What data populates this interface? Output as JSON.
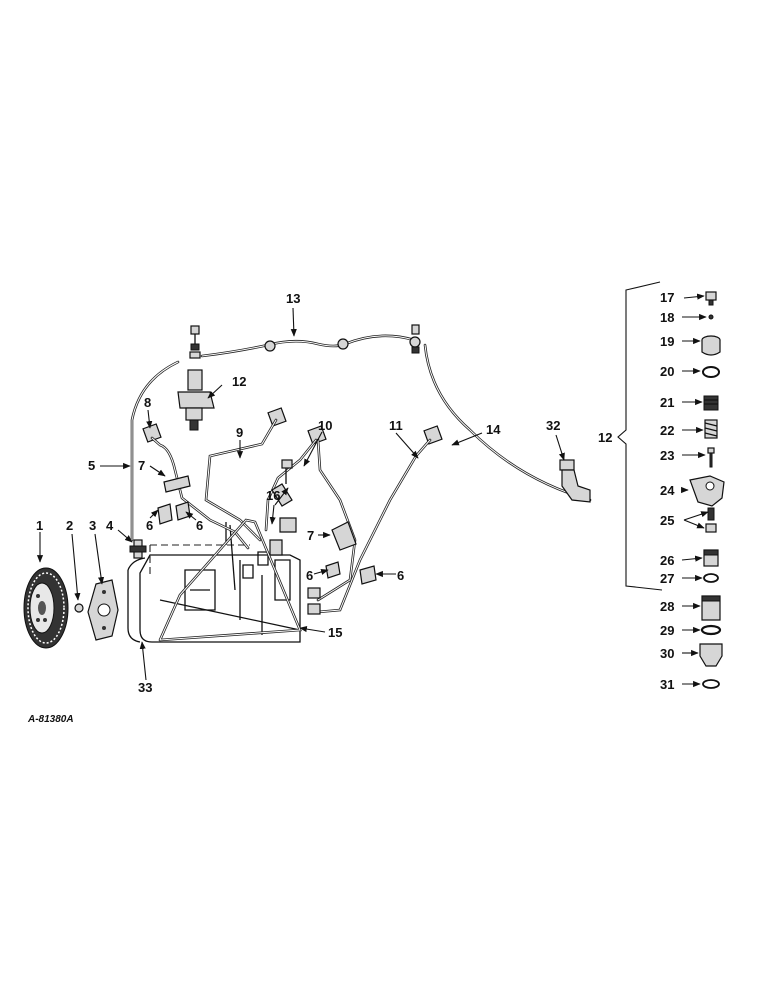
{
  "diagram_id": "A-81380A",
  "colors": {
    "ink": "#111111",
    "paper": "#ffffff",
    "part_fill": "#d6d6d6"
  },
  "callouts": [
    "1",
    "2",
    "3",
    "4",
    "5",
    "6",
    "6",
    "6",
    "6",
    "7",
    "7",
    "8",
    "9",
    "10",
    "11",
    "12",
    "13",
    "14",
    "15",
    "16",
    "32",
    "33"
  ],
  "breakdown": {
    "group_label": "12",
    "items": [
      "17",
      "18",
      "19",
      "20",
      "21",
      "22",
      "23",
      "24",
      "25",
      "26",
      "27",
      "28",
      "29",
      "30",
      "31"
    ]
  }
}
